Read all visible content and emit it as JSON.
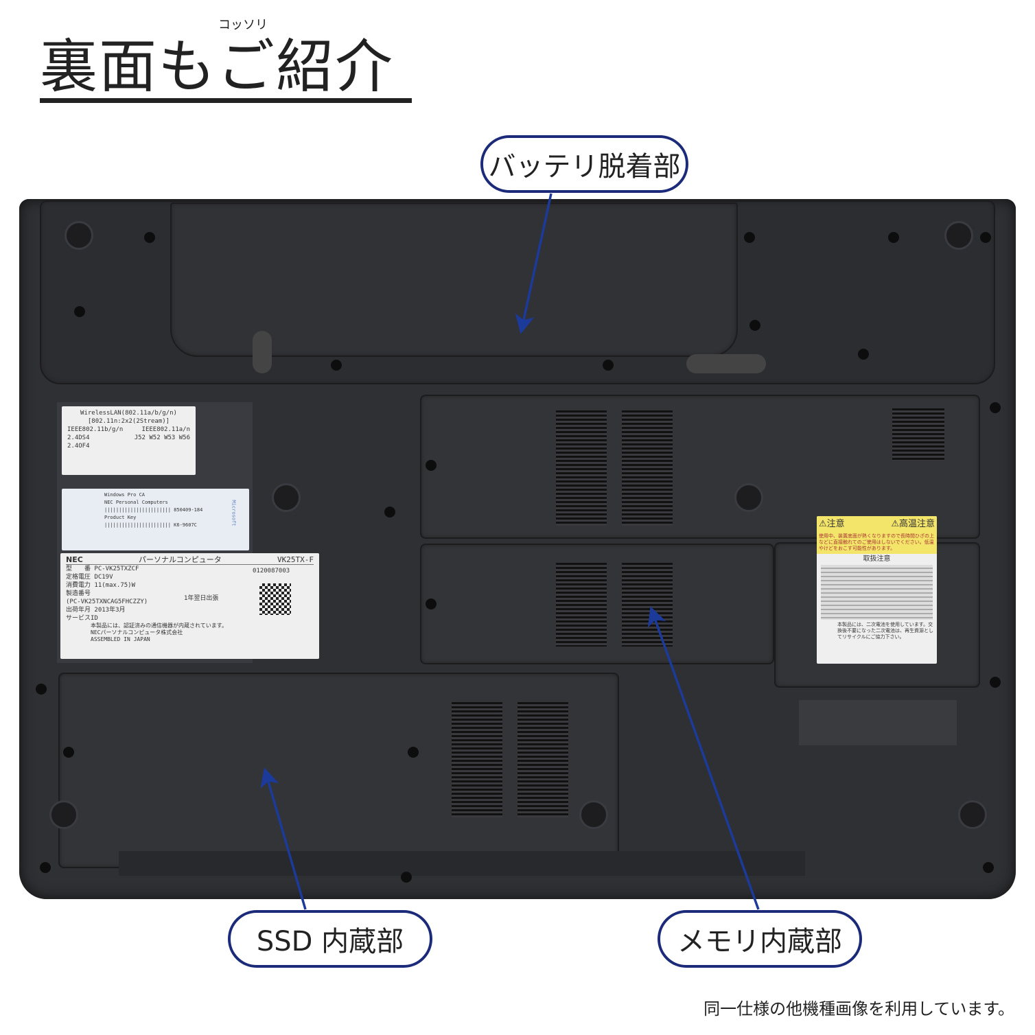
{
  "title": "裏面もご紹介",
  "title_ruby": "コッソリ",
  "callouts": {
    "battery": "バッテリ脱着部",
    "ssd": "SSD 内蔵部",
    "memory": "メモリ内蔵部"
  },
  "footer_note": "同一仕様の他機種画像を利用しています。",
  "accent_color": "#1c2a7a",
  "stickers": {
    "wireless": [
      "WirelessLAN(802.11a/b/g/n)",
      "[802.11n:2x2(2Stream)]",
      "IEEE802.11b/g/n",
      "IEEE802.11a/n",
      "2.4DS4",
      "J52 W52 W53 W56",
      "2.4OF4"
    ],
    "windows": [
      "Windows Pro CA",
      "NEC Personal Computers",
      "850409-184",
      "Product Key",
      "K6-9607C",
      "Microsoft"
    ],
    "nec": {
      "brand": "NEC",
      "type": "パーソナルコンピュータ",
      "model_series": "VK25TX-F",
      "lines": [
        "型　　番 PC-VK25TXZCF",
        "定格電圧 DC19V",
        "消費電力 11(max.75)W",
        "製造番号",
        "(PC-VK25TXNCAG5FHCZZY)",
        "出荷年月 2013年3月",
        "サービスID"
      ],
      "serial": "0120087003",
      "warranty": "1年翌日出張",
      "notes": [
        "本製品には、認証済みの通信機器が内蔵されています。",
        "NECパーソナルコンピュータ株式会社",
        "ASSEMBLED IN JAPAN"
      ]
    },
    "caution": {
      "header1": "注意",
      "header2": "高温注意",
      "warning": "使用中、装置底面が熱くなりますので長時間ひざの上などに直接触れてのご使用はしないでください。低温やけどをおこす可能性があります。",
      "handling_title": "取扱注意",
      "recycle": "本製品には、二次電池を使用しています。交換後不要になった二次電池は、再生資源としてリサイクルにご協力下さい。"
    }
  }
}
